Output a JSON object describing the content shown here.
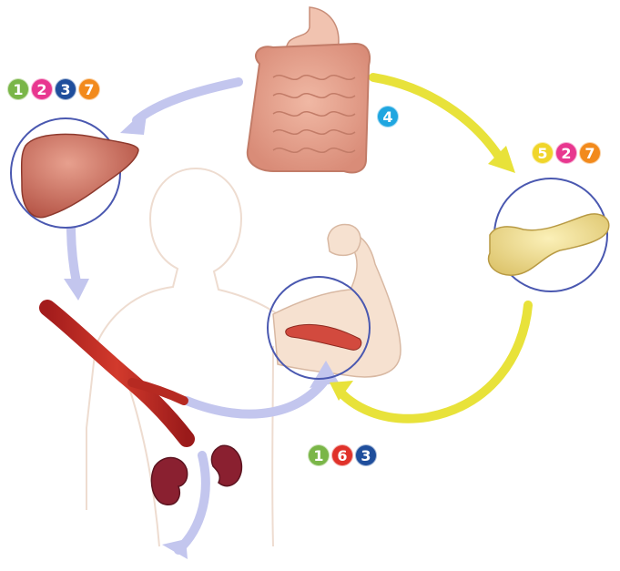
{
  "badges": {
    "liver": [
      {
        "label": "1",
        "color": "#7ab648"
      },
      {
        "label": "2",
        "color": "#e8378f"
      },
      {
        "label": "3",
        "color": "#1f4e9c"
      },
      {
        "label": "7",
        "color": "#f28a1c"
      }
    ],
    "intestine": [
      {
        "label": "4",
        "color": "#1fa6e0"
      }
    ],
    "pancreas": [
      {
        "label": "5",
        "color": "#f0d52a"
      },
      {
        "label": "2",
        "color": "#e8378f"
      },
      {
        "label": "7",
        "color": "#f28a1c"
      }
    ],
    "muscle": [
      {
        "label": "1",
        "color": "#7ab648"
      },
      {
        "label": "6",
        "color": "#e0322a"
      },
      {
        "label": "3",
        "color": "#1f4e9c"
      }
    ]
  },
  "colors": {
    "flow_arrow": "#c3c6ee",
    "insulin_arrow": "#e8e23a",
    "circle_outline": "#4a58b0"
  }
}
